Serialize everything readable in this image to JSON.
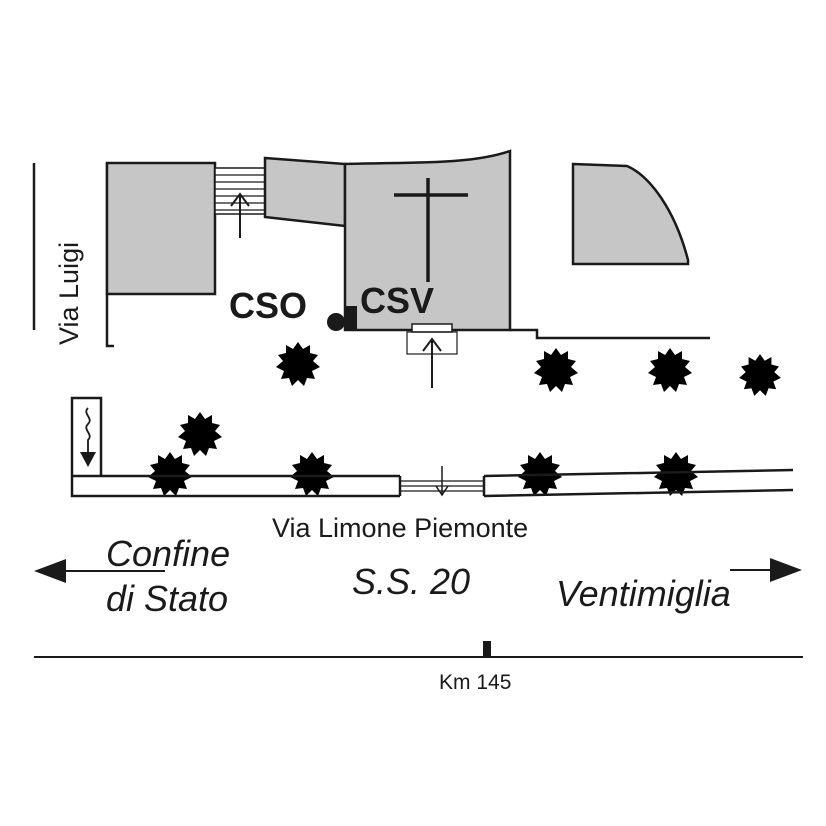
{
  "labels": {
    "street_vertical": "Via Luigi",
    "street_horizontal": "Via Limone Piemonte",
    "station_cso": "CSO",
    "station_csv": "CSV",
    "direction_left_line1": "Confine",
    "direction_left_line2": "di Stato",
    "road_number": "S.S. 20",
    "direction_right": "Ventimiglia",
    "kilometer_marker": "Km 145"
  },
  "colors": {
    "building_fill": "#c6c6c6",
    "ink": "#1a1a1a",
    "tree_fill": "#8a8a8a"
  },
  "icons": [
    "cross-icon",
    "tree-icon",
    "entrance-arrow-icon",
    "river-arrow-icon",
    "direction-arrow-icon",
    "circle-marker-icon",
    "square-marker-icon",
    "km-post-icon"
  ]
}
